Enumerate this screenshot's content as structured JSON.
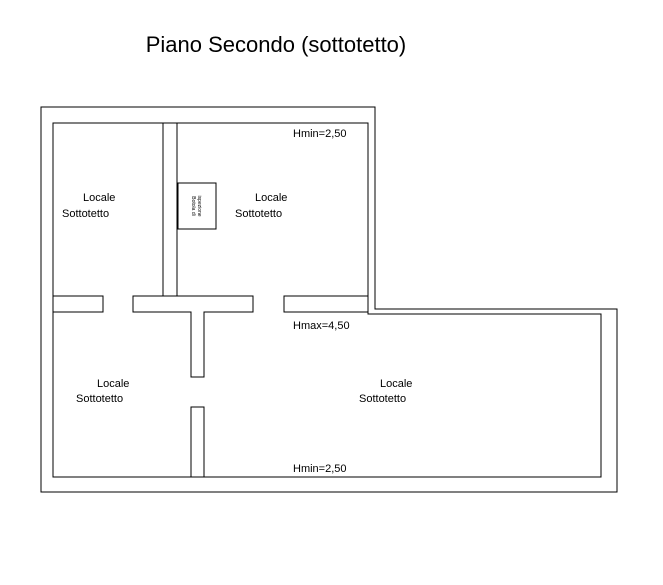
{
  "title": "Piano Secondo (sottotetto)",
  "rooms": [
    {
      "line1": "Locale",
      "line2": "Sottotetto"
    },
    {
      "line1": "Locale",
      "line2": "Sottotetto"
    },
    {
      "line1": "Locale",
      "line2": "Sottotetto"
    },
    {
      "line1": "Locale",
      "line2": "Sottotetto"
    }
  ],
  "hatch": {
    "line1": "Botola di",
    "line2": "ispezione"
  },
  "heights": {
    "top": "Hmin=2,50",
    "middle": "Hmax=4,50",
    "bottom": "Hmin=2,50"
  }
}
